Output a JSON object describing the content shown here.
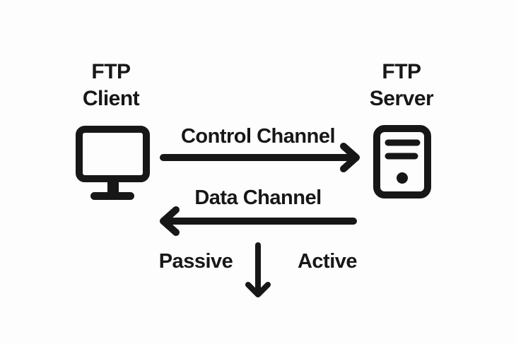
{
  "diagram": {
    "type": "ftp-connection-diagram",
    "nodes": {
      "client": {
        "label_line1": "FTP",
        "label_line2": "Client",
        "icon": "desktop-monitor-icon"
      },
      "server": {
        "label_line1": "FTP",
        "label_line2": "Server",
        "icon": "server-tower-icon"
      }
    },
    "channels": {
      "control": {
        "label": "Control Channel",
        "direction": "client-to-server"
      },
      "data": {
        "label": "Data Channel",
        "direction": "server-to-client"
      }
    },
    "modes": {
      "passive_label": "Passive",
      "active_label": "Active",
      "divider_icon": "arrow-down-icon"
    },
    "colors": {
      "ink": "#171717",
      "background": "#fdfdfd"
    }
  }
}
